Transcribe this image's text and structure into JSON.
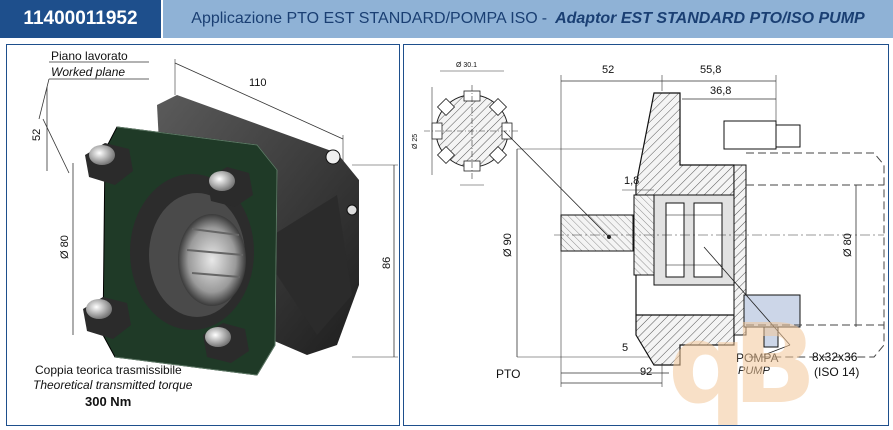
{
  "header": {
    "code": "11400011952",
    "title_it": "Applicazione PTO EST STANDARD/POMPA ISO",
    "title_sep": "-",
    "title_en": "Adaptor EST STANDARD PTO/ISO PUMP",
    "accent_color": "#1e4f8c",
    "title_bg_color": "#8fb2d6"
  },
  "left_view": {
    "plane_label_it": "Piano lavorato",
    "plane_label_en": "Worked plane",
    "dim_width": "110",
    "dim_depth": "52",
    "dim_diameter": "Ø 80",
    "dim_height": "86",
    "torque_label_it": "Coppia teorica trasmissibile",
    "torque_label_en": "Theoretical transmitted torque",
    "torque_value": "300 Nm"
  },
  "right_view": {
    "dim_52": "52",
    "dim_55_8": "55,8",
    "dim_36_8": "36,8",
    "dim_1_8": "1,8",
    "dim_phi90": "Ø 90",
    "dim_phi80": "Ø 80",
    "dim_5": "5",
    "dim_92": "92",
    "spline_top": "Ø 30.1",
    "spline_side": "Ø 25",
    "label_pto": "PTO",
    "label_pump_it": "POMPA",
    "label_pump_en": "PUMP",
    "spline_spec": "8x32x36",
    "spline_std": "(ISO 14)"
  },
  "watermark": {
    "text": "qB",
    "color": "#f3c89a"
  }
}
